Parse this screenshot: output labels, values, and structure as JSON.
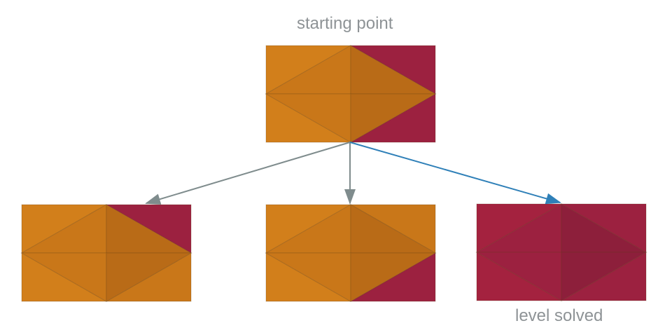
{
  "captions": {
    "start": "starting point",
    "solved": "level solved"
  },
  "colors": {
    "orange": "#cf7a1a",
    "red": "#9c2140",
    "arrow_gray": "#7f8c8d",
    "arrow_blue": "#2f80b8",
    "caption": "#8e9396"
  },
  "tiles": [
    {
      "id": "start",
      "triangles": {
        "t1": "orange",
        "t2": "red",
        "t3": "orange",
        "t4": "red",
        "t5": "orange",
        "t6": "orange",
        "t7": "orange",
        "t8": "orange"
      }
    },
    {
      "id": "option-left",
      "triangles": {
        "t1": "orange",
        "t2": "red",
        "t3": "orange",
        "t4": "orange",
        "t5": "orange",
        "t6": "orange",
        "t7": "orange",
        "t8": "orange"
      }
    },
    {
      "id": "option-middle",
      "triangles": {
        "t1": "orange",
        "t2": "orange",
        "t3": "orange",
        "t4": "red",
        "t5": "orange",
        "t6": "orange",
        "t7": "orange",
        "t8": "orange"
      }
    },
    {
      "id": "level-solved",
      "triangles": {
        "t1": "red",
        "t2": "red",
        "t3": "red",
        "t4": "red",
        "t5": "red",
        "t6": "red",
        "t7": "red",
        "t8": "red"
      }
    }
  ],
  "arrows": [
    {
      "from": "start",
      "to": "option-left",
      "color": "arrow_gray"
    },
    {
      "from": "start",
      "to": "option-middle",
      "color": "arrow_gray"
    },
    {
      "from": "start",
      "to": "level-solved",
      "color": "arrow_blue"
    }
  ]
}
